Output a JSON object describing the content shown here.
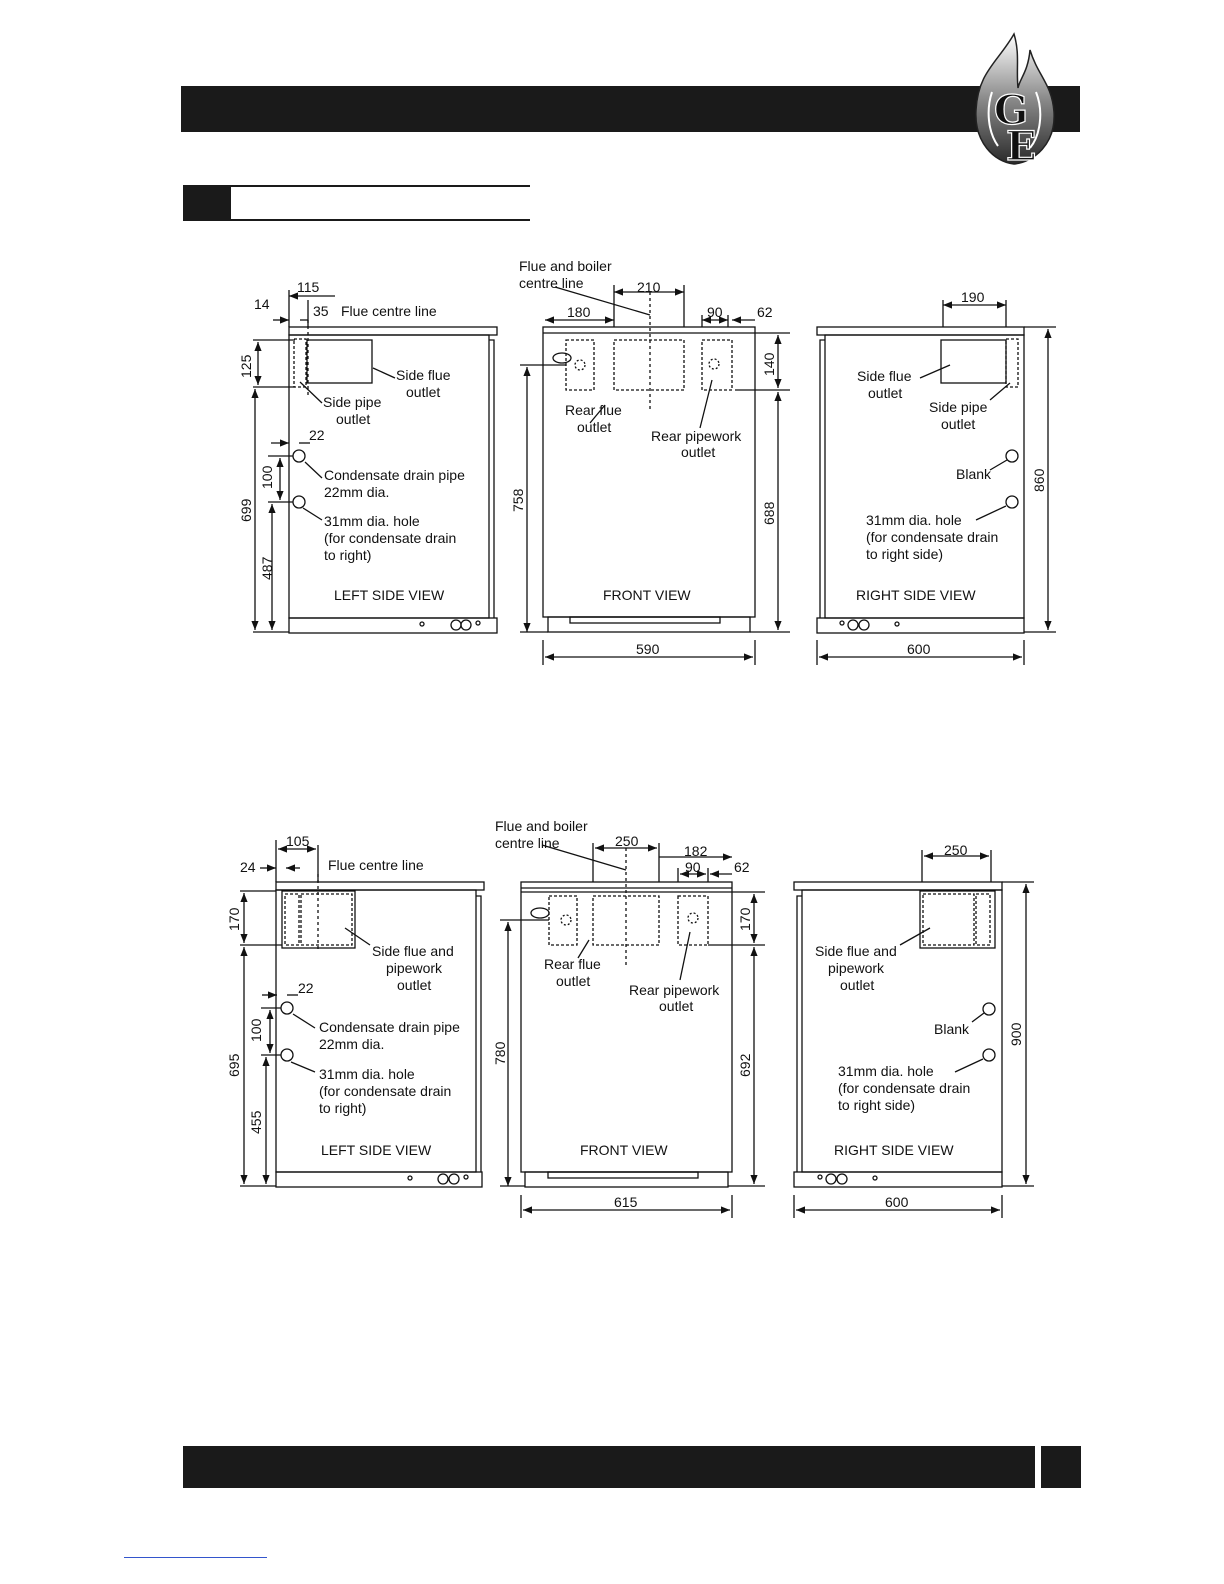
{
  "logo": {
    "letters": "GE",
    "icon": "flame-logo-icon"
  },
  "d1": {
    "left": {
      "dim_14": "14",
      "dim_115": "115",
      "dim_35": "35",
      "flue_centre": "Flue centre line",
      "dim_125": "125",
      "dim_699": "699",
      "dim_487": "487",
      "dim_100": "100",
      "dim_22": "22",
      "side_flue": [
        "Side flue",
        "outlet"
      ],
      "side_pipe": [
        "Side pipe",
        "outlet"
      ],
      "drain": [
        "Condensate drain pipe",
        "22mm dia."
      ],
      "hole": [
        "31mm dia. hole",
        "(for condensate drain",
        "to right)"
      ],
      "view": "LEFT SIDE VIEW"
    },
    "front": {
      "centre": [
        "Flue and boiler",
        "centre line"
      ],
      "dim_210": "210",
      "dim_180": "180",
      "dim_90": "90",
      "dim_62": "62",
      "dim_140": "140",
      "dim_758": "758",
      "dim_688": "688",
      "dim_590": "590",
      "rear_flue": [
        "Rear flue",
        "outlet"
      ],
      "rear_pipe": [
        "Rear pipework",
        "outlet"
      ],
      "view": "FRONT VIEW"
    },
    "right": {
      "dim_190": "190",
      "dim_860": "860",
      "dim_600": "600",
      "side_flue": [
        "Side flue",
        "outlet"
      ],
      "side_pipe": [
        "Side pipe",
        "outlet"
      ],
      "blank": "Blank",
      "hole": [
        "31mm dia. hole",
        "(for condensate drain",
        "to right side)"
      ],
      "view": "RIGHT SIDE VIEW"
    }
  },
  "d2": {
    "left": {
      "dim_105": "105",
      "dim_24": "24",
      "flue_centre": "Flue centre line",
      "dim_170": "170",
      "dim_695": "695",
      "dim_455": "455",
      "dim_100": "100",
      "dim_22": "22",
      "side_flue": [
        "Side flue and",
        "pipework",
        "outlet"
      ],
      "drain": [
        "Condensate drain pipe",
        "22mm dia."
      ],
      "hole": [
        "31mm dia. hole",
        "(for condensate drain",
        "to right)"
      ],
      "view": "LEFT SIDE VIEW"
    },
    "front": {
      "centre": [
        "Flue and boiler",
        "centre line"
      ],
      "dim_250": "250",
      "dim_182": "182",
      "dim_90": "90",
      "dim_62": "62",
      "dim_170": "170",
      "dim_780": "780",
      "dim_692": "692",
      "dim_615": "615",
      "rear_flue": [
        "Rear flue",
        "outlet"
      ],
      "rear_pipe": [
        "Rear pipework",
        "outlet"
      ],
      "view": "FRONT VIEW"
    },
    "right": {
      "dim_250": "250",
      "dim_900": "900",
      "dim_600": "600",
      "side_flue": [
        "Side flue and",
        "pipework",
        "outlet"
      ],
      "blank": "Blank",
      "hole": [
        "31mm dia. hole",
        "(for condensate drain",
        "to right side)"
      ],
      "view": "RIGHT SIDE VIEW"
    }
  }
}
